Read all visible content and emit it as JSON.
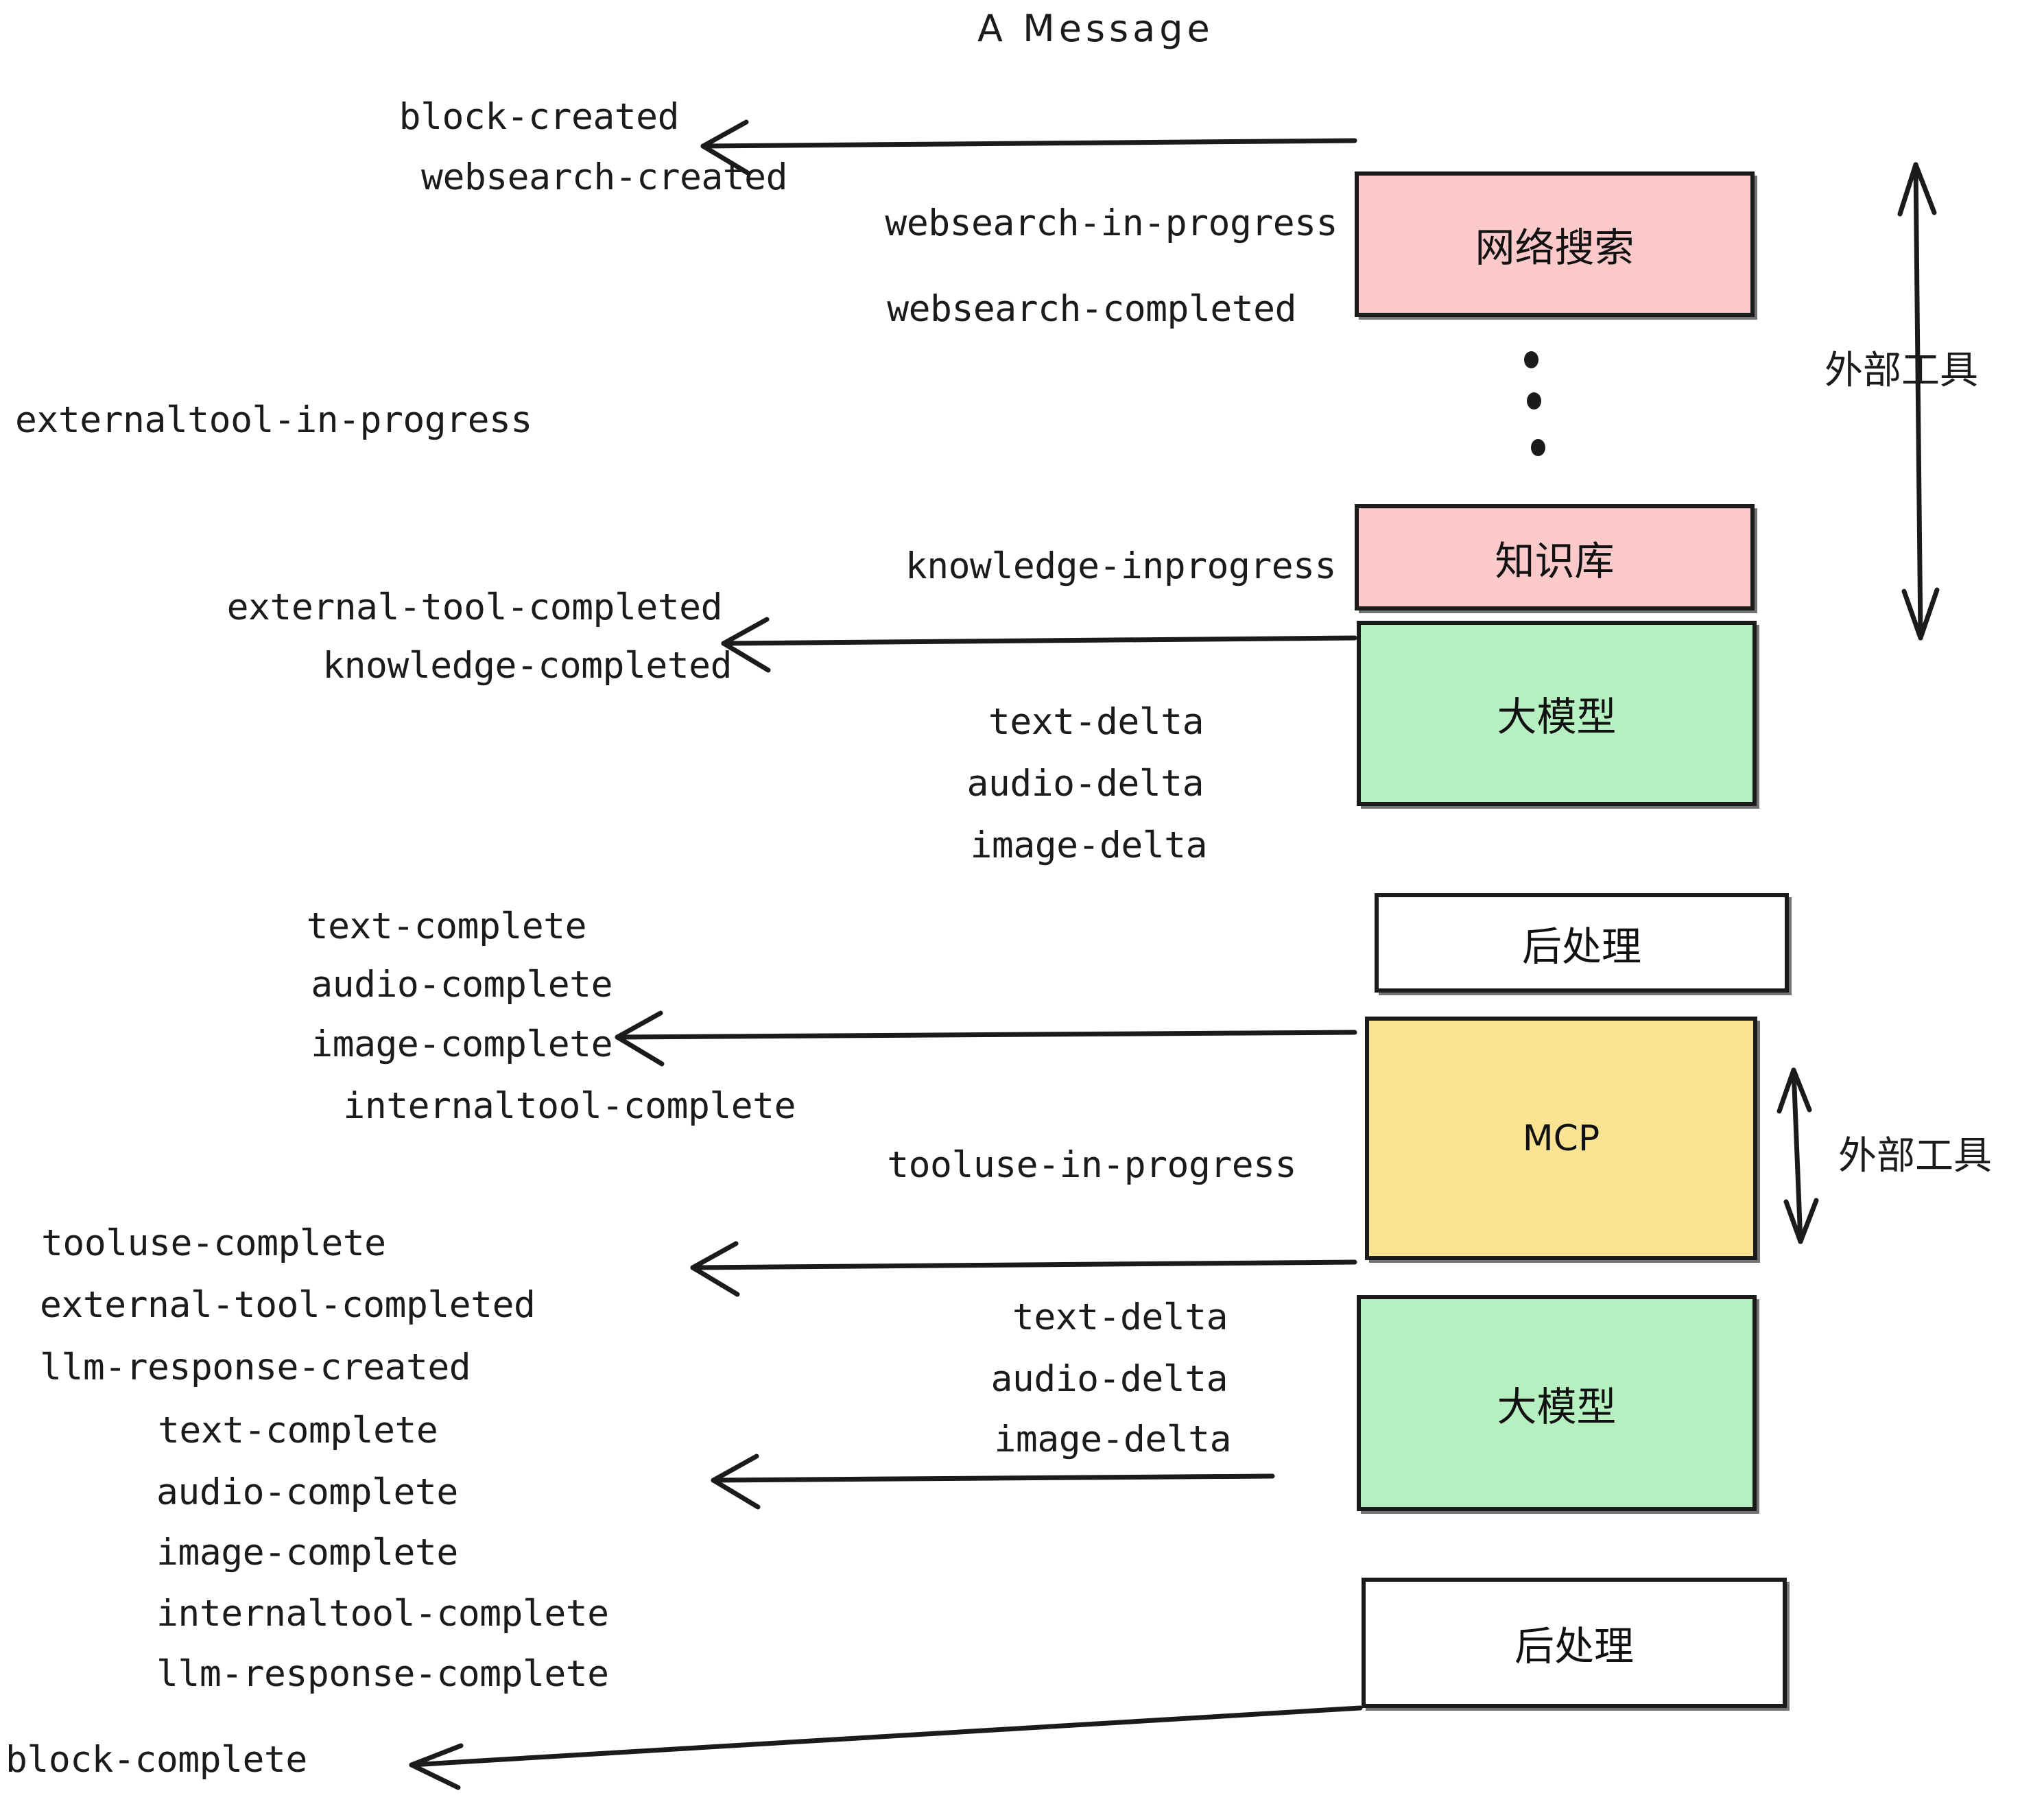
{
  "title": "A Message",
  "colors": {
    "pink": "#fbc9c9",
    "green": "#b6efc0",
    "yellow": "#fbe394",
    "white": "#ffffff",
    "stroke": "#1b1b1b",
    "background": "#ffffff"
  },
  "boxes": {
    "websearch": "网络搜索",
    "knowledge": "知识库",
    "llm_top": "大模型",
    "postprocess_top": "后处理",
    "mcp": "MCP",
    "llm_bottom": "大模型",
    "postprocess_bottom": "后处理"
  },
  "side_labels": {
    "external_tool_top": "外部工具",
    "external_tool_bottom": "外部工具"
  },
  "events": {
    "block_created": "block-created",
    "websearch_created": "websearch-created",
    "websearch_in_progress": "websearch-in-progress",
    "websearch_completed": "websearch-completed",
    "externaltool_in_progress": "externaltool-in-progress",
    "knowledge_inprogress": "knowledge-inprogress",
    "external_tool_completed_1": "external-tool-completed",
    "knowledge_completed": "knowledge-completed",
    "text_delta_1": "text-delta",
    "audio_delta_1": "audio-delta",
    "image_delta_1": "image-delta",
    "text_complete_1": "text-complete",
    "audio_complete_1": "audio-complete",
    "image_complete_1": "image-complete",
    "internaltool_complete_1": "internaltool-complete",
    "tooluse_in_progress": "tooluse-in-progress",
    "tooluse_complete": "tooluse-complete",
    "external_tool_completed_2": "external-tool-completed",
    "llm_response_created": "llm-response-created",
    "text_delta_2": "text-delta",
    "audio_delta_2": "audio-delta",
    "image_delta_2": "image-delta",
    "text_complete_2": "text-complete",
    "audio_complete_2": "audio-complete",
    "image_complete_2": "image-complete",
    "internaltool_complete_2": "internaltool-complete",
    "llm_response_complete": "llm-response-complete",
    "block_complete": "block-complete"
  }
}
